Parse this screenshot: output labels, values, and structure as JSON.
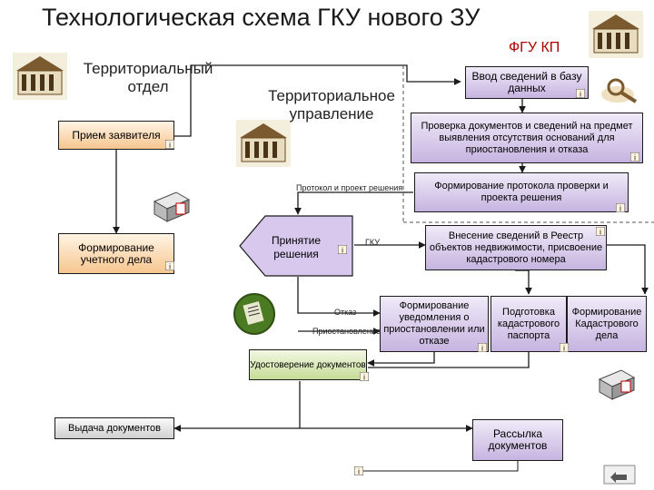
{
  "header": {
    "title": "Технологическая схема ГКУ нового ЗУ",
    "fgu_kp": "ФГУ КП"
  },
  "units": {
    "territorial_dept": "Территориальный отдел",
    "territorial_admin": "Территориальное управление"
  },
  "boxes": {
    "reception": "Прием заявителя",
    "data_entry": "Ввод сведений в базу данных",
    "doc_check": "Проверка документов и сведений на предмет выявления отсутствия оснований для приостановления и отказа",
    "protocol_forming": "Формирование протокола проверки и проекта решения",
    "register_entry": "Внесение сведений в Реестр объектов недвижимости, присвоение кадастрового номера",
    "account_file": "Формирование учетного дела",
    "decision": "Принятие решения",
    "notice": "Формирование уведомления о приостановлении или отказе",
    "passport": "Подготовка кадастрового паспорта",
    "cadastral_file": "Формирование Кадастрового дела",
    "certify": "Удостоверение документов",
    "issue": "Выдача документов",
    "mailing": "Рассылка документов"
  },
  "labels": {
    "protocol": "Протокол и проект решения",
    "gku": "ГКУ",
    "refusal": "Отказ",
    "suspension": "Приостановление"
  }
}
